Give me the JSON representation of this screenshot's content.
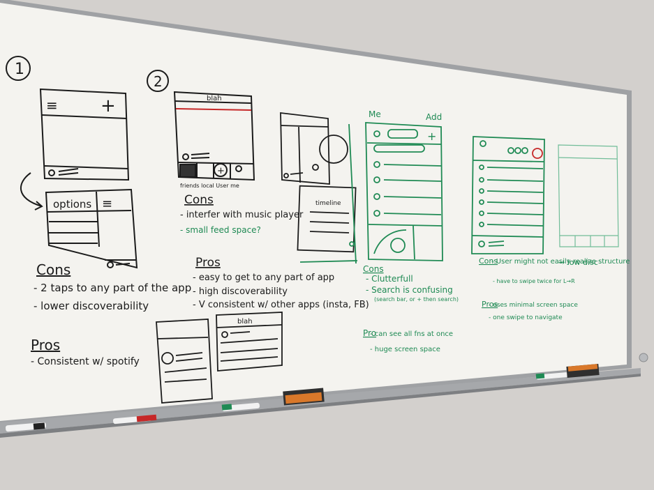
{
  "colors": {
    "board": "#f4f3ef",
    "wall": "#d2cfcc",
    "tray": "#9d9fa2",
    "black_ink": "#1b1b1b",
    "green_ink": "#1f8a54",
    "red_marker": "#c62828"
  },
  "sketch1": {
    "number": "1",
    "options_label": "options",
    "cons_heading": "Cons",
    "cons": [
      "- 2 taps to any part of the app",
      "- lower discoverability"
    ],
    "pros_heading": "Pros",
    "pros": [
      "- Consistent w/ spotify"
    ]
  },
  "sketch2": {
    "number": "2",
    "header_label": "blah",
    "tab_labels": "friends local   User me",
    "cons_heading": "Cons",
    "cons": [
      "- interfer with music player",
      "- small feed space?"
    ],
    "pros_heading": "Pros",
    "pros": [
      "- easy to get to any part of app",
      "- high discoverability",
      "- V consistent w/ other apps (insta, FB)"
    ]
  },
  "sketch3": {
    "inner_label": "timeline",
    "header_me": "Me",
    "header_add": "Add",
    "cons_heading": "Cons",
    "cons": [
      "- Clutterfull",
      "- Search is confusing",
      "(search bar, or + then search)"
    ],
    "pros_heading": "Pro",
    "pros": [
      "- can see all fns at once",
      "- huge screen space"
    ]
  },
  "sketch4": {
    "cons_heading": "Cons",
    "cons": [
      "- User might not easily realize structure",
      "- have to swipe twice for L→R",
      "→ low disc"
    ],
    "pros_heading": "Pros",
    "pros": [
      "- uses minimal screen space",
      "- one swipe to navigate"
    ]
  },
  "bottom_sketch": {
    "header_label": "blah"
  }
}
